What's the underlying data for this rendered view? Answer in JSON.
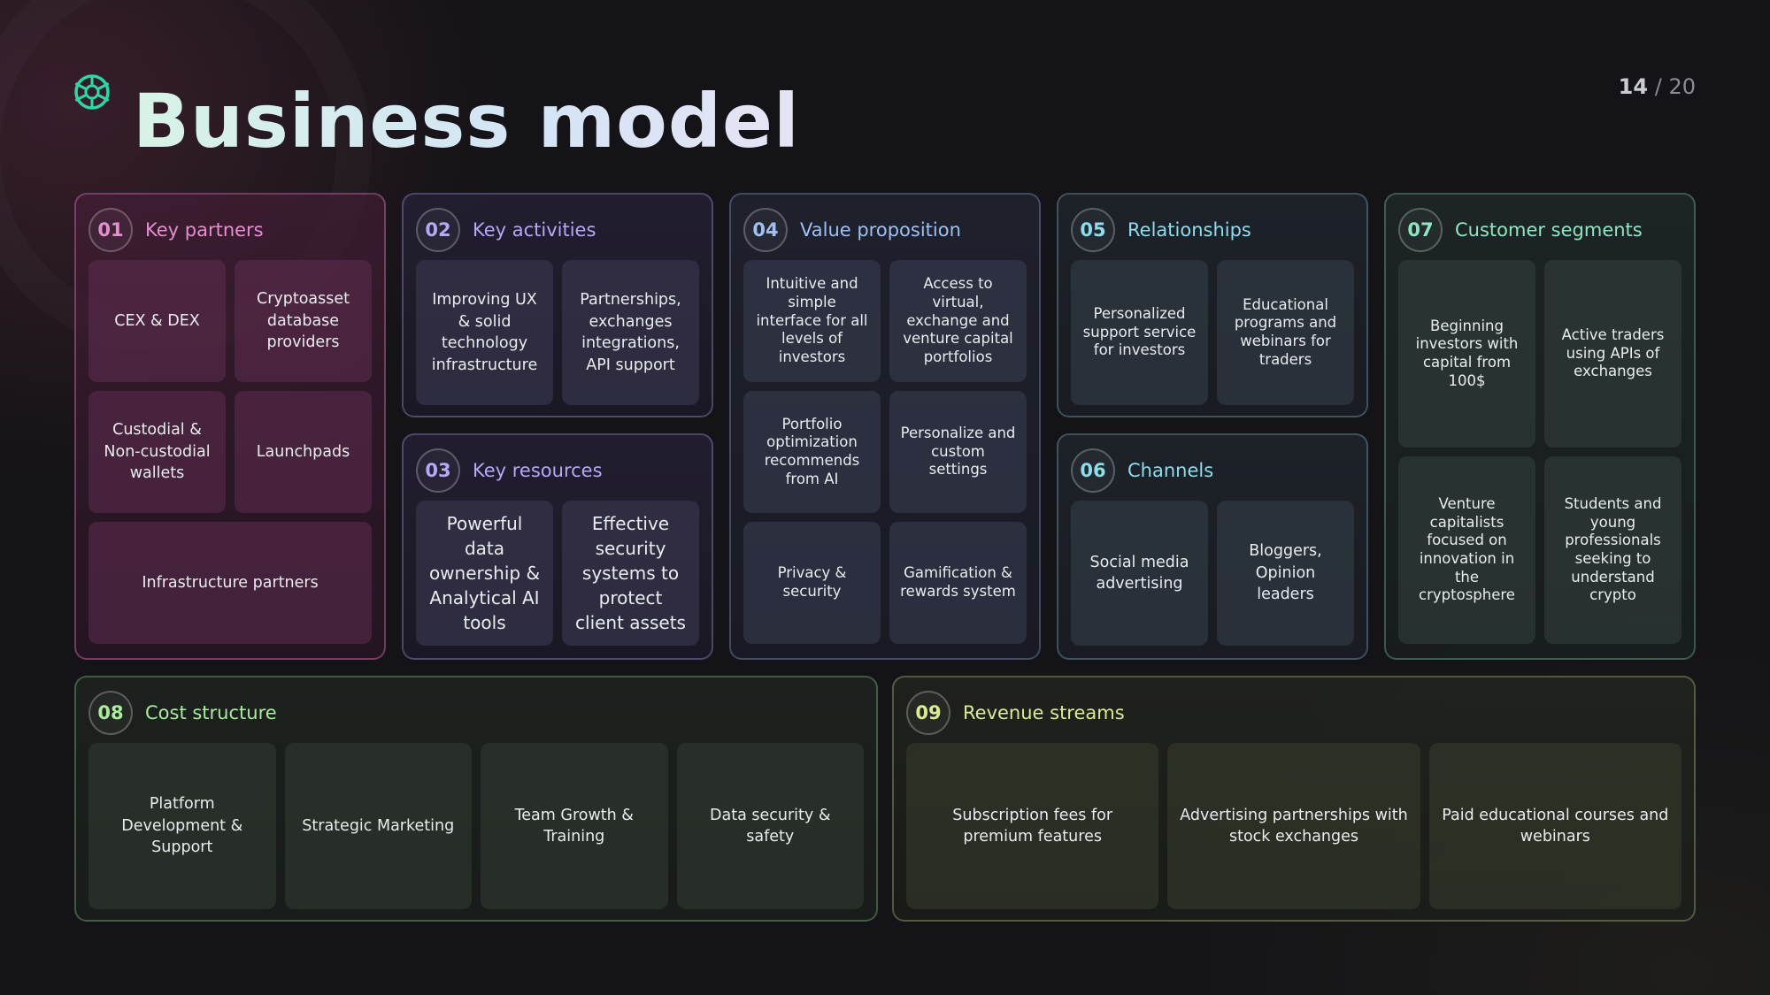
{
  "page": {
    "title": "Business model",
    "current_page": "14",
    "separator": "/",
    "total_pages": "20"
  },
  "colors": {
    "key_partners": "#e48fd0",
    "key_activities": "#b7a8f5",
    "value_proposition": "#9fc0f0",
    "relationships": "#8fdcea",
    "customer_segments": "#8fe6c2",
    "cost_structure": "#a8ec9e",
    "revenue_streams": "#d9ec94"
  },
  "sections": {
    "key_partners": {
      "num": "01",
      "title": "Key partners",
      "items": [
        "CEX & DEX",
        "Cryptoasset database providers",
        "Custodial & Non-custodial wallets",
        "Launchpads",
        "Infrastructure partners"
      ]
    },
    "key_activities": {
      "num": "02",
      "title": "Key activities",
      "items": [
        "Improving UX & solid technology infrastructure",
        "Partnerships, exchanges integrations, API support"
      ]
    },
    "key_resources": {
      "num": "03",
      "title": "Key resources",
      "items": [
        "Powerful data ownership & Analytical AI tools",
        "Effective security systems to protect client assets"
      ]
    },
    "value_proposition": {
      "num": "04",
      "title": "Value proposition",
      "items": [
        "Intuitive and simple interface for all levels of investors",
        "Access to virtual, exchange and venture capital portfolios",
        "Portfolio optimization recommends from AI",
        "Personalize and custom settings",
        "Privacy & security",
        "Gamification & rewards system"
      ]
    },
    "relationships": {
      "num": "05",
      "title": "Relationships",
      "items": [
        "Personalized support service for investors",
        "Educational programs and webinars for traders"
      ]
    },
    "channels": {
      "num": "06",
      "title": "Channels",
      "items": [
        "Social media advertising",
        "Bloggers, Opinion leaders"
      ]
    },
    "customer_segments": {
      "num": "07",
      "title": "Customer segments",
      "items": [
        "Beginning investors with capital from 100$",
        "Active traders using APIs of exchanges",
        "Venture capitalists focused on innovation in the cryptosphere",
        "Students and young professionals seeking to understand crypto"
      ]
    },
    "cost_structure": {
      "num": "08",
      "title": "Cost structure",
      "items": [
        "Platform Development & Support",
        "Strategic Marketing",
        "Team Growth & Training",
        "Data security & safety"
      ]
    },
    "revenue_streams": {
      "num": "09",
      "title": "Revenue streams",
      "items": [
        "Subscription fees for premium features",
        "Advertising partnerships with stock exchanges",
        "Paid educational courses and webinars"
      ]
    }
  }
}
